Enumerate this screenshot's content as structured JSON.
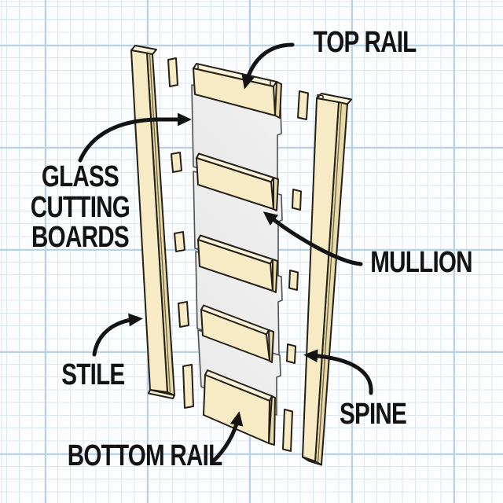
{
  "colors": {
    "background": "#fbfdff",
    "grid_minor": "#dbe8f4",
    "grid_major": "#b6d1e8",
    "wood_face": "#f6ebc4",
    "wood_bevel": "#faf3d9",
    "wood_edge": "#e7daa9",
    "wood_outline": "#241f17",
    "glass_fill": "#ececec",
    "glass_outline": "#4f4f4f",
    "arrow": "#131313",
    "label_text": "#131313"
  },
  "diagram": {
    "type": "exploded-assembly",
    "subject": "glass cutting board door",
    "labels": {
      "top_rail": "TOP RAIL",
      "glass_cutting_boards_lines": [
        "GLASS",
        "CUTTING",
        "BOARDS"
      ],
      "mullion": "MULLION",
      "stile": "STILE",
      "spine": "SPINE",
      "bottom_rail": "BOTTOM RAIL"
    }
  }
}
